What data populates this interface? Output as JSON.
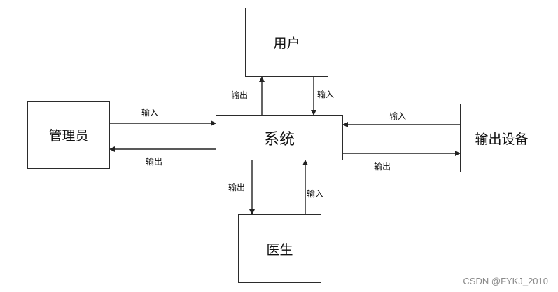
{
  "nodes": {
    "user": "用户",
    "admin": "管理员",
    "system": "系统",
    "output_device": "输出设备",
    "doctor": "医生"
  },
  "edges": {
    "system_to_user": "输出",
    "user_to_system": "输入",
    "admin_to_system": "输入",
    "system_to_admin": "输出",
    "device_to_system": "输入",
    "system_to_device": "输出",
    "system_to_doctor": "输出",
    "doctor_to_system": "输入"
  },
  "watermark": "CSDN @FYKJ_2010"
}
